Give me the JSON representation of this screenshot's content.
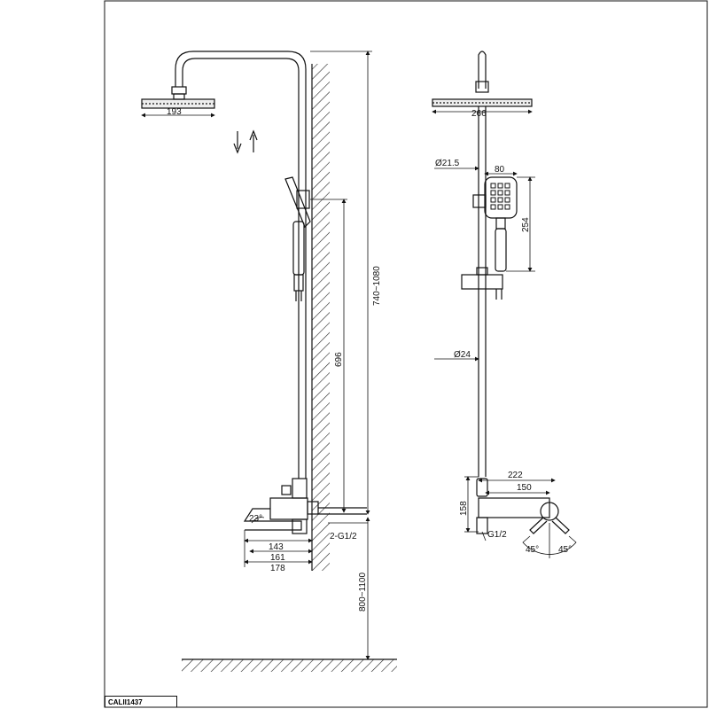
{
  "product_code": "CALII1437",
  "side_view": {
    "head_width": "193",
    "slide_height": "696",
    "total_height": "740~1080",
    "wall_height": "800~1100",
    "spout_angle": "23°",
    "spout_143": "143",
    "spout_161": "161",
    "spout_178": "178",
    "inlet": "2-G1/2"
  },
  "front_view": {
    "head_width": "266",
    "pipe_top_dia": "Ø21.5",
    "hand_width": "80",
    "hand_length": "254",
    "pipe_dia": "Ø24",
    "mixer_width": "222",
    "mixer_150": "150",
    "mixer_height": "158",
    "inlet": "G1/2",
    "angle_left": "45°",
    "angle_right": "45°"
  }
}
